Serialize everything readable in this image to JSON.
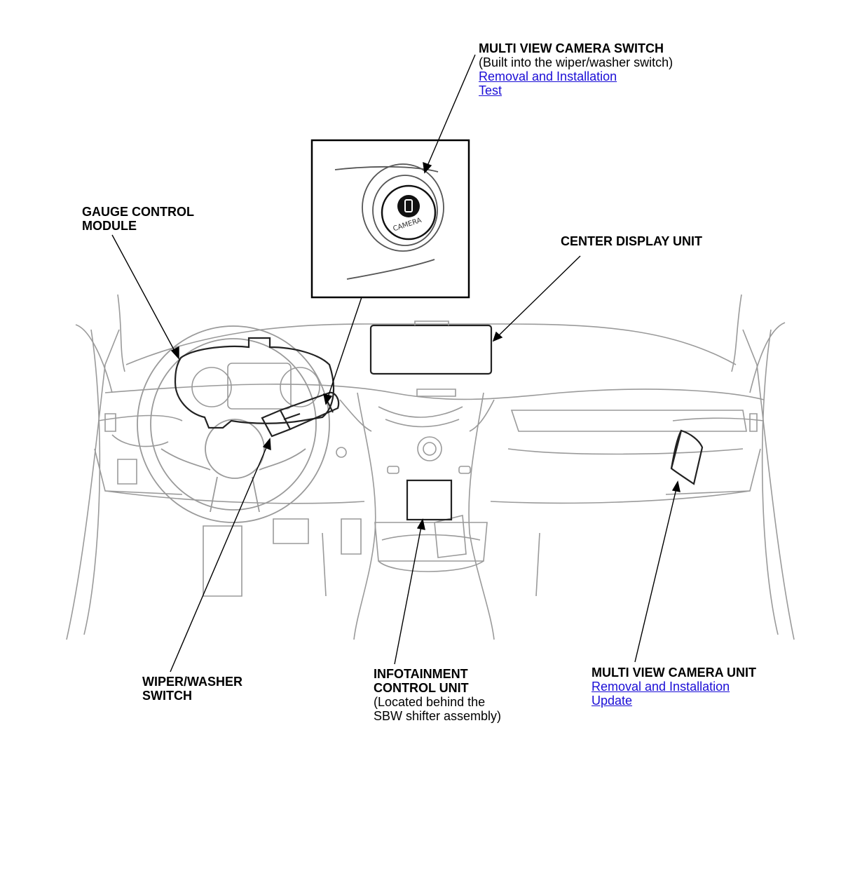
{
  "callouts": {
    "multi_view_camera_switch": {
      "title": "MULTI VIEW CAMERA SWITCH",
      "note": "(Built into the wiper/washer switch)",
      "links": [
        "Removal and Installation",
        "Test"
      ]
    },
    "gauge_control_module": {
      "title_line1": "GAUGE CONTROL",
      "title_line2": "MODULE"
    },
    "center_display_unit": {
      "title": "CENTER DISPLAY UNIT"
    },
    "wiper_washer_switch": {
      "title_line1": "WIPER/WASHER",
      "title_line2": "SWITCH"
    },
    "infotainment_control_unit": {
      "title_line1": "INFOTAINMENT",
      "title_line2": "CONTROL UNIT",
      "note_line1": "(Located behind the",
      "note_line2": "SBW shifter assembly)"
    },
    "multi_view_camera_unit": {
      "title": "MULTI VIEW CAMERA UNIT",
      "links": [
        "Removal and Installation",
        "Update"
      ]
    }
  },
  "inset": {
    "button_text": "CAMERA"
  },
  "colors": {
    "link": "#1a0dd6",
    "line_art": "#9a9a9a",
    "leader": "#000000"
  }
}
